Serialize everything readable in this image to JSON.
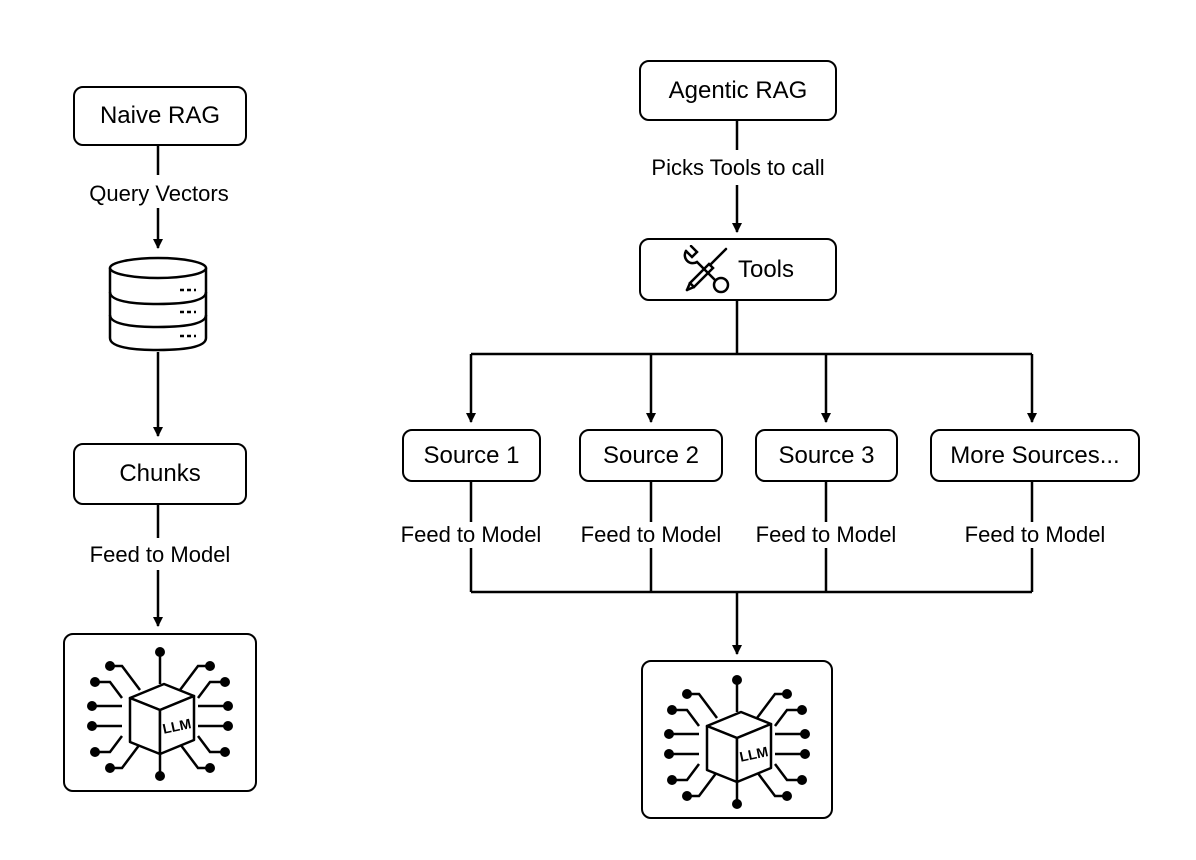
{
  "naive": {
    "title": "Naive RAG",
    "query_label": "Query Vectors",
    "database_icon": "database-icon",
    "chunks": "Chunks",
    "feed_label": "Feed to Model",
    "model_icon": "llm-chip-icon",
    "model_text": "LLM"
  },
  "agentic": {
    "title": "Agentic RAG",
    "picks_label": "Picks Tools to call",
    "tools_icon": "wrench-screwdriver-icon",
    "tools": "Tools",
    "sources": [
      "Source 1",
      "Source 2",
      "Source 3",
      "More Sources..."
    ],
    "feed_label": "Feed to Model",
    "model_icon": "llm-chip-icon",
    "model_text": "LLM"
  }
}
